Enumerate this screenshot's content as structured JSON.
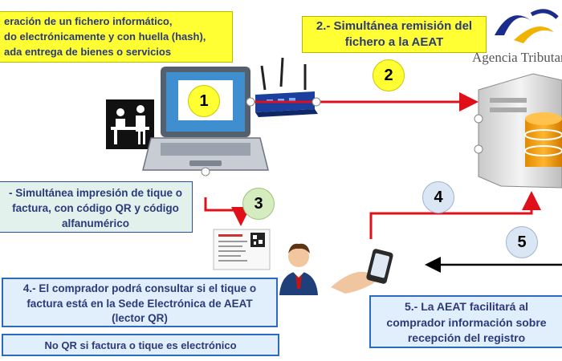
{
  "steps": {
    "step1": {
      "number": "1",
      "lines": [
        "eración de un fichero informático,",
        "do electrónicamente y con huella (hash),",
        "ada entrega de bienes o servicios"
      ]
    },
    "step2": {
      "number": "2",
      "lines": [
        "2.- Simultánea remisión del",
        "fichero a la AEAT"
      ]
    },
    "step3": {
      "number": "3",
      "lines": [
        "- Simultánea impresión de tique o",
        "factura, con código QR y código",
        "alfanumérico"
      ]
    },
    "step4": {
      "number": "4",
      "lines": [
        "4.- El comprador podrá consultar si el tique o",
        "factura está en la Sede Electrónica de  AEAT",
        "(lector QR)"
      ],
      "note": "No QR si factura o tique es electrónico"
    },
    "step5": {
      "number": "5",
      "lines": [
        "5.- La AEAT facilitará  al",
        "comprador información sobre",
        "recepción del registro"
      ]
    }
  },
  "logo": {
    "text": "Agencia Tributari"
  },
  "colors": {
    "arrow_red": "#e0101a",
    "yellow_box": "#ffff33",
    "teal_box": "#e3f1ec",
    "blue_box": "#e1eefb",
    "text_blue": "#2b3a7a"
  }
}
